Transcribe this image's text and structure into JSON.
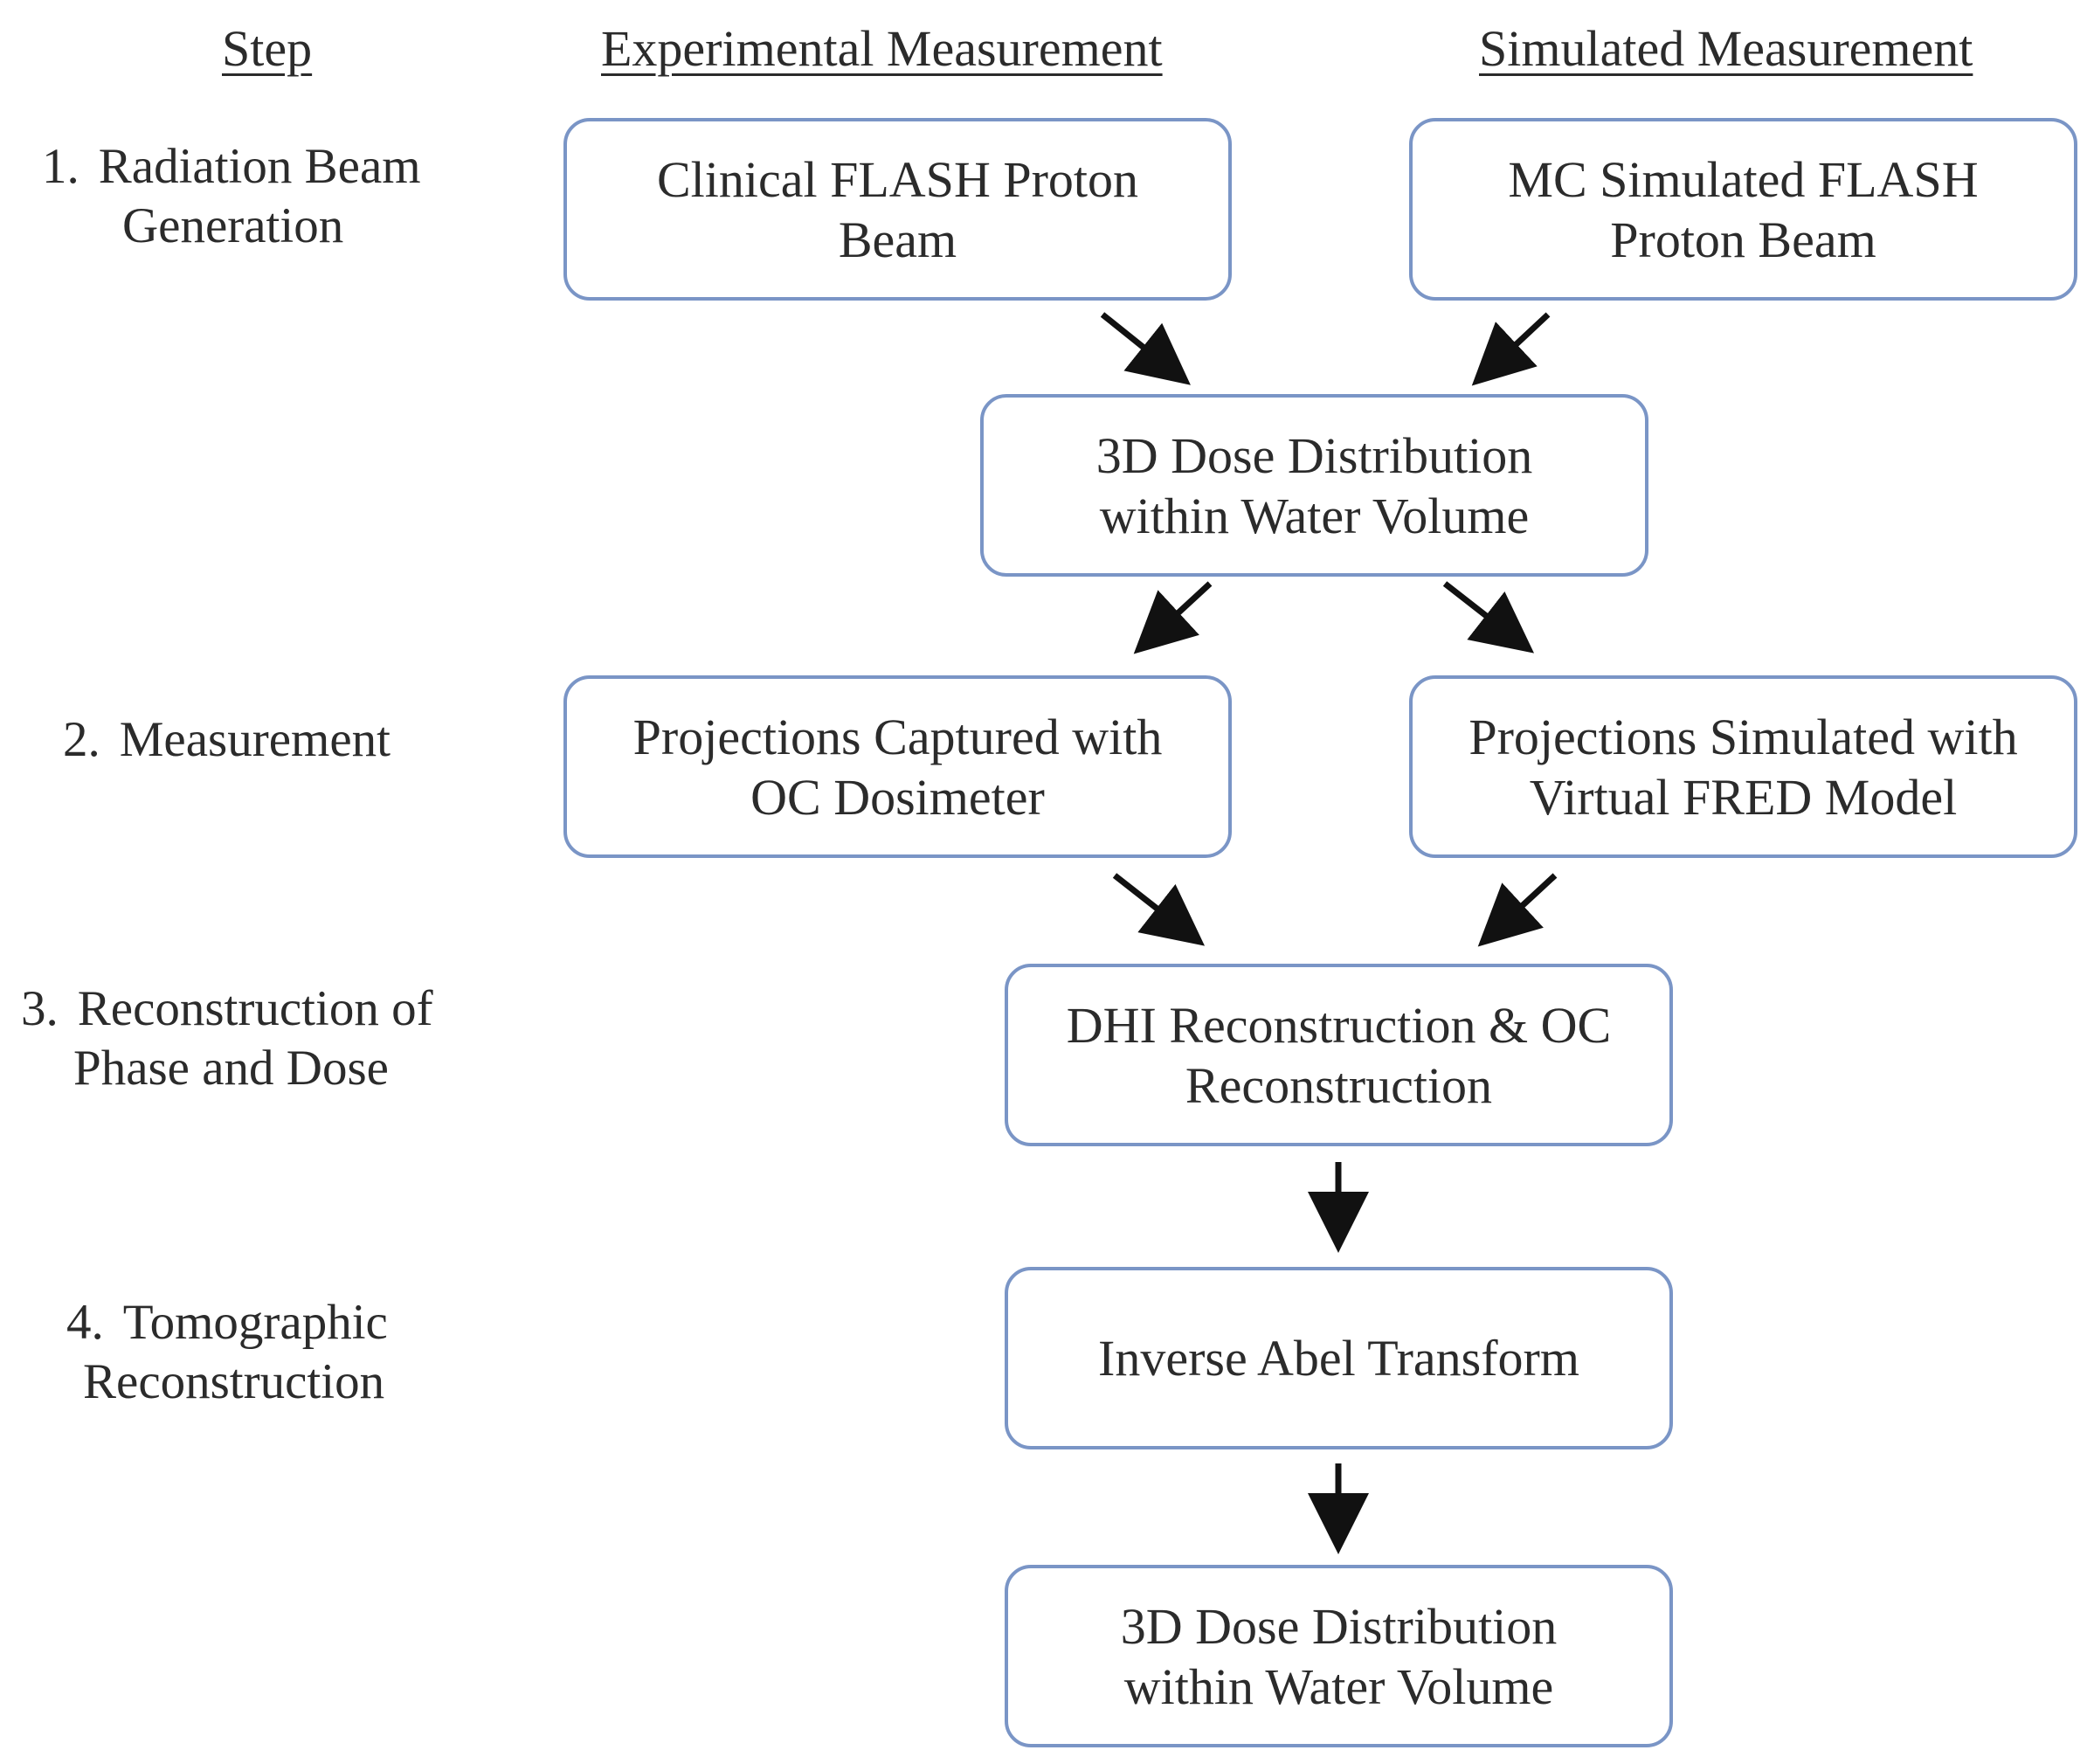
{
  "headers": {
    "step": "Step",
    "experimental": "Experimental Measurement",
    "simulated": "Simulated Measurement"
  },
  "steps": [
    {
      "number": "1.",
      "line1": "Radiation Beam",
      "line2": "Generation"
    },
    {
      "number": "2.",
      "line1": "Measurement",
      "line2": ""
    },
    {
      "number": "3.",
      "line1": "Reconstruction of",
      "line2": "Phase and Dose"
    },
    {
      "number": "4.",
      "line1": "Tomographic",
      "line2": "Reconstruction"
    }
  ],
  "boxes": {
    "clinical_beam": [
      "Clinical FLASH Proton",
      "Beam"
    ],
    "mc_beam": [
      "MC Simulated FLASH",
      "Proton Beam"
    ],
    "dose_distribution": [
      "3D Dose Distribution",
      "within Water Volume"
    ],
    "projections_oc": [
      "Projections Captured with",
      "OC Dosimeter"
    ],
    "projections_fred": [
      "Projections Simulated with",
      "Virtual FRED Model"
    ],
    "dhi_reconstruction": [
      "DHI Reconstruction & OC",
      "Reconstruction"
    ],
    "inverse_abel": [
      "Inverse Abel Transform"
    ],
    "final_dose": [
      "3D Dose Distribution",
      "within Water Volume"
    ]
  },
  "colors": {
    "box_border": "#7a95c6",
    "text": "#2b2b2b",
    "arrow": "#111111"
  }
}
